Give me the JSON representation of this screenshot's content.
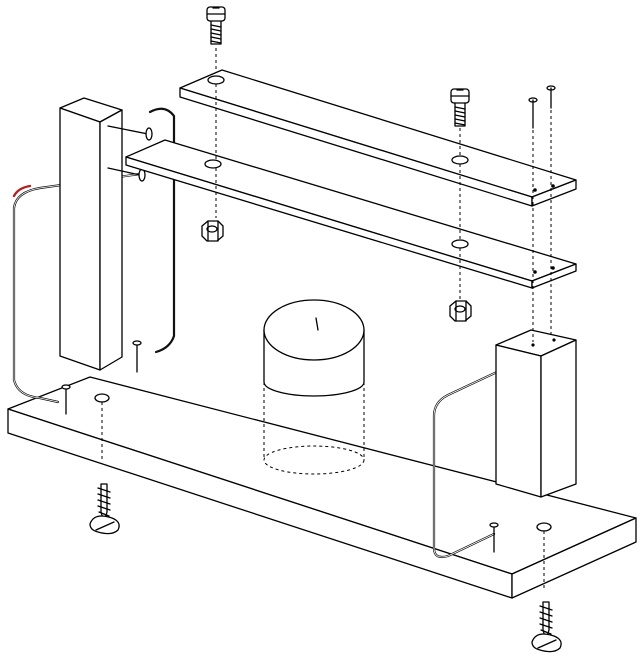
{
  "diagram": {
    "labels": [],
    "colors": {
      "line": "#000000",
      "background": "#ffffff",
      "wire_accent": "#b22222"
    },
    "parts": [
      "base-board",
      "left-post",
      "right-post",
      "upper-strip",
      "lower-strip",
      "candle",
      "wire-left",
      "wire-right",
      "machine-screw",
      "hex-nut",
      "wood-screw",
      "nail"
    ]
  }
}
